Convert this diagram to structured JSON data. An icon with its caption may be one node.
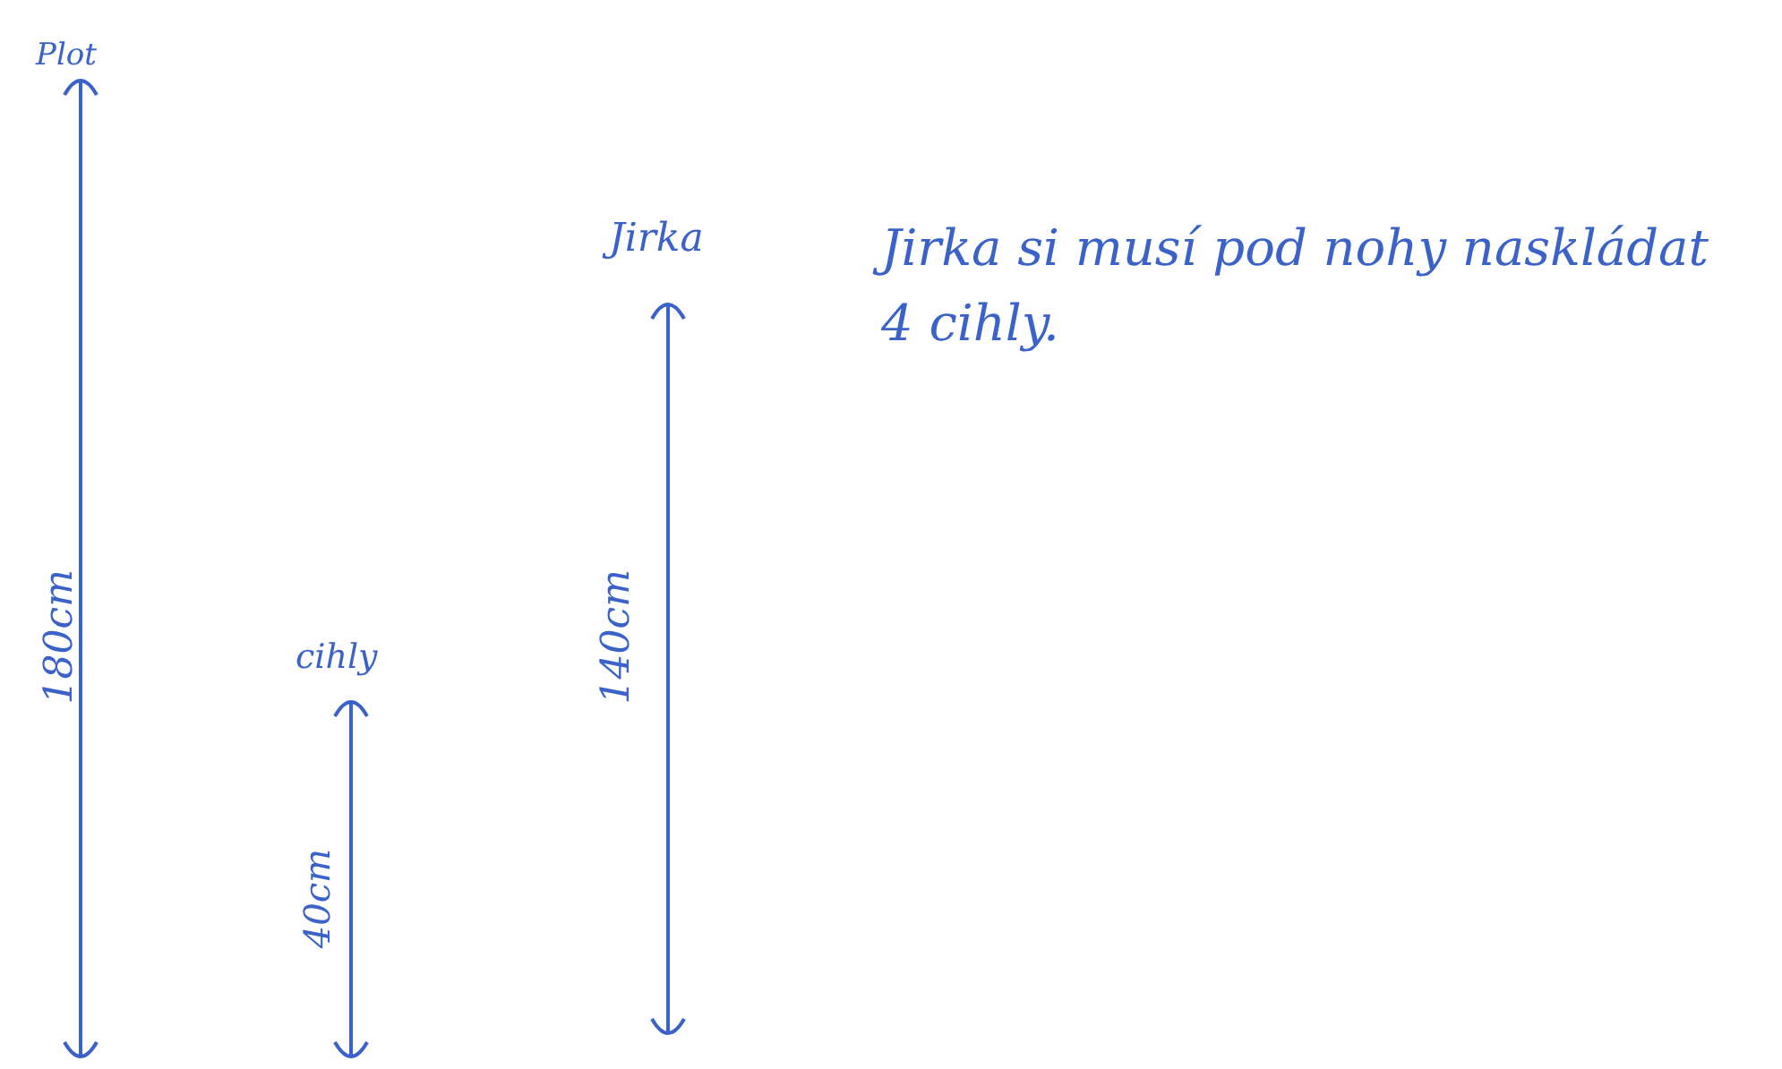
{
  "diagram": {
    "labels": [
      "Plot",
      "Jirka",
      "Jirka si musí pod nohy naskládat 4 cihly.",
      "180cm",
      "cihly",
      "140cm",
      "40cm"
    ]
  }
}
